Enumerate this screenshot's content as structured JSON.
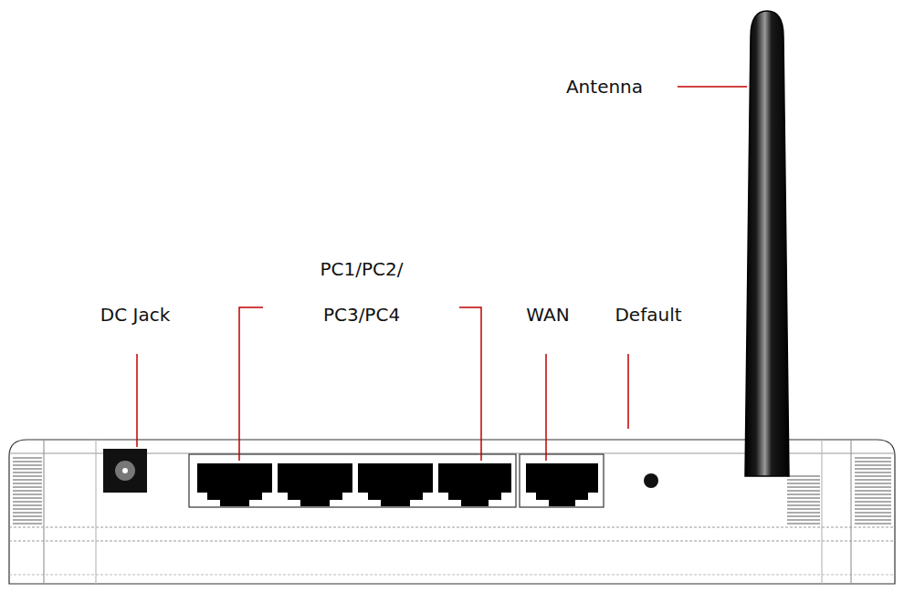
{
  "diagram": {
    "labels": [
      "Antenna",
      "PC1/PC2/ PC3/PC4",
      "DC Jack",
      "WAN",
      "Default"
    ]
  }
}
